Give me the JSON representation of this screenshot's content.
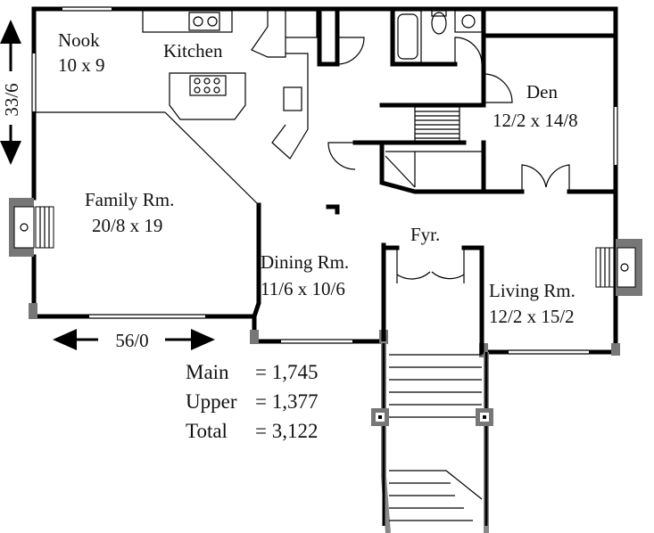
{
  "rooms": {
    "nook": {
      "name": "Nook",
      "size": "10 x 9"
    },
    "kitchen": {
      "name": "Kitchen"
    },
    "den": {
      "name": "Den",
      "size": "12/2 x 14/8"
    },
    "family": {
      "name": "Family Rm.",
      "size": "20/8 x 19"
    },
    "foyer": {
      "name": "Fyr."
    },
    "dining": {
      "name": "Dining Rm.",
      "size": "11/6 x 10/6"
    },
    "living": {
      "name": "Living Rm.",
      "size": "12/2 x 15/2"
    }
  },
  "dimensions": {
    "depth": "33/6",
    "width": "56/0"
  },
  "areas": [
    {
      "label": "Main",
      "value": "= 1,745"
    },
    {
      "label": "Upper",
      "value": "= 1,377"
    },
    {
      "label": "Total",
      "value": "= 3,122"
    }
  ]
}
